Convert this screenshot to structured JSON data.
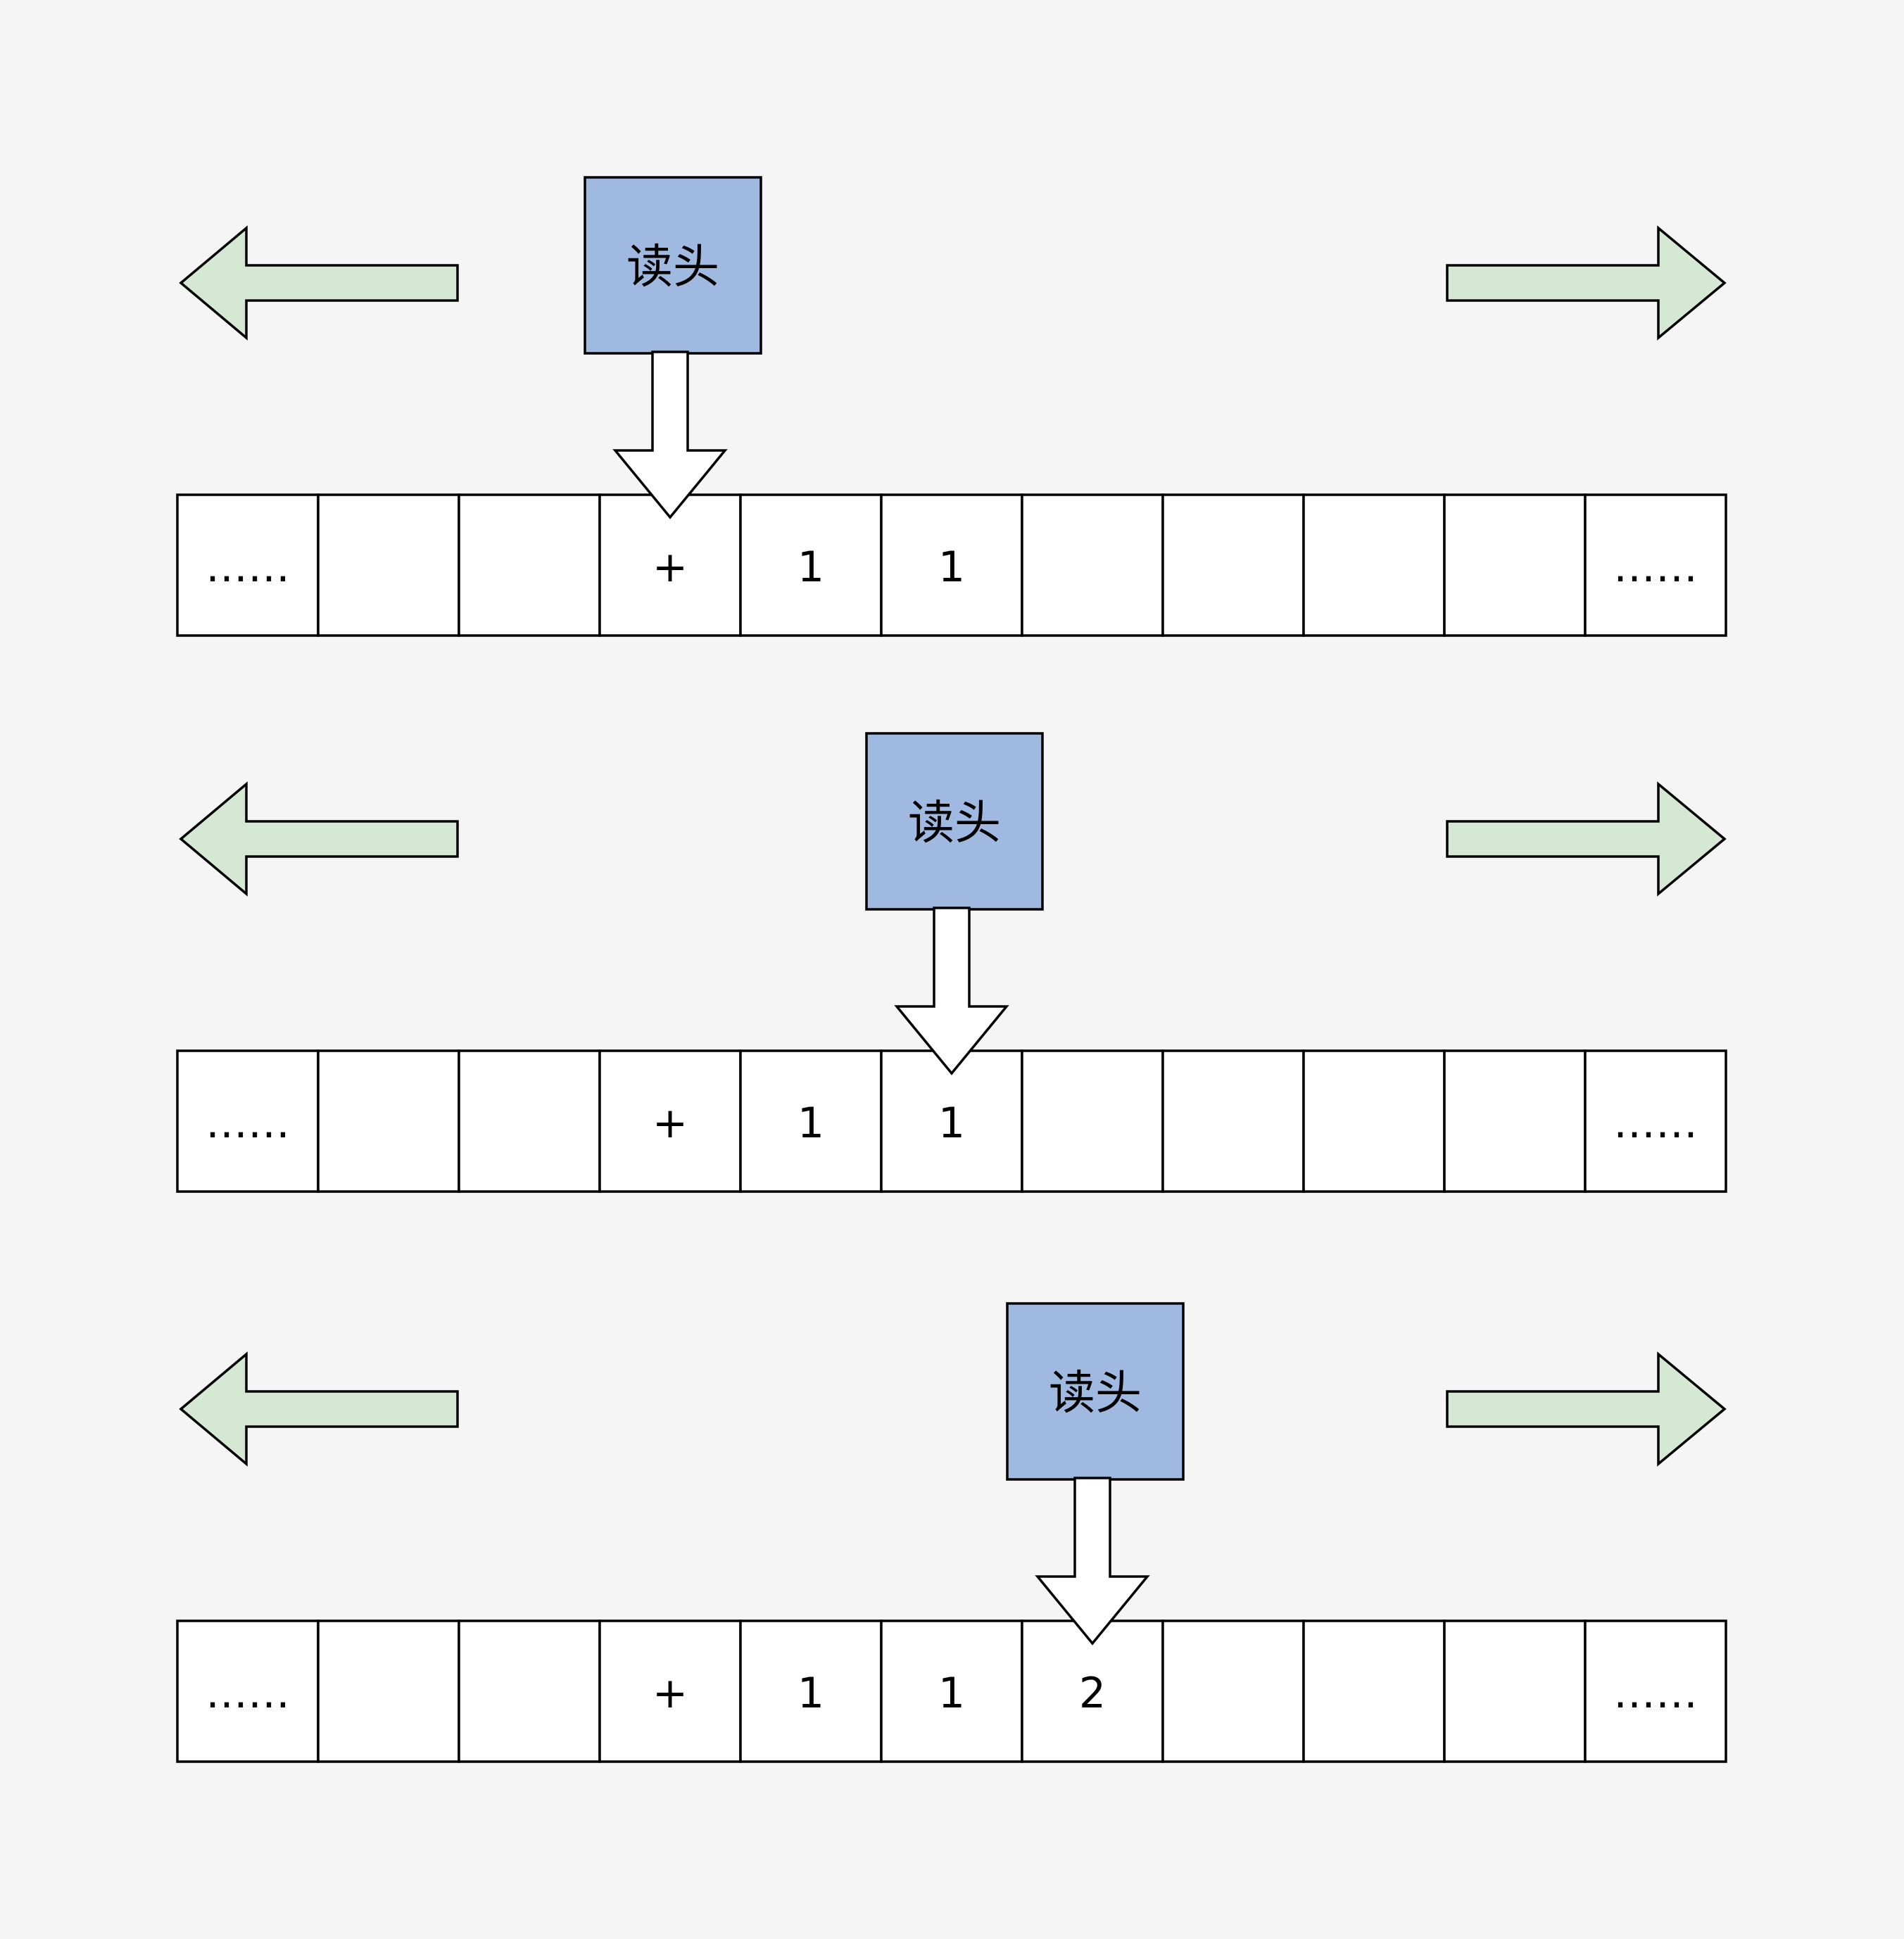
{
  "colors": {
    "background": "#f5f5f5",
    "head": "#a0b9e0",
    "direction_arrow": "#d5e8d4",
    "cell": "#ffffff",
    "stroke": "#000000"
  },
  "steps": [
    {
      "head_label": "读头",
      "head_index": 3,
      "cells": [
        "……",
        "",
        "",
        "+",
        "1",
        "1",
        "",
        "",
        "",
        "",
        "……"
      ]
    },
    {
      "head_label": "读头",
      "head_index": 5,
      "cells": [
        "……",
        "",
        "",
        "+",
        "1",
        "1",
        "",
        "",
        "",
        "",
        "……"
      ]
    },
    {
      "head_label": "读头",
      "head_index": 6,
      "cells": [
        "……",
        "",
        "",
        "+",
        "1",
        "1",
        "2",
        "",
        "",
        "",
        "……"
      ]
    }
  ]
}
